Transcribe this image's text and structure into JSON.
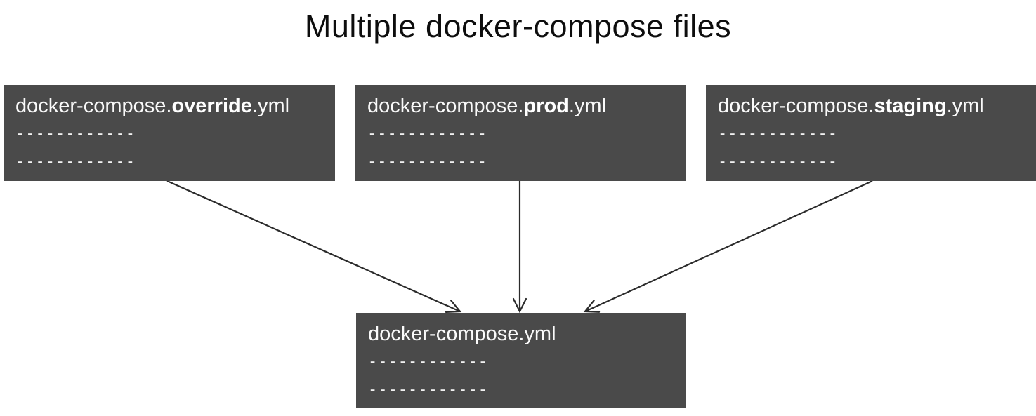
{
  "title": "Multiple docker-compose files",
  "colors": {
    "background": "#ffffff",
    "node_fill": "#4a4a4a",
    "node_text": "#ffffff",
    "dash_text": "#f2f2f2",
    "arrow": "#2b2b2b",
    "title_text": "#0d0d0d"
  },
  "boxes": [
    {
      "id": "override",
      "title_pre": "docker-compose.",
      "title_bold": "override",
      "title_post": ".yml",
      "placeholder_lines": [
        "------------",
        "------------"
      ]
    },
    {
      "id": "prod",
      "title_pre": "docker-compose.",
      "title_bold": "prod",
      "title_post": ".yml",
      "placeholder_lines": [
        "------------",
        "------------"
      ]
    },
    {
      "id": "staging",
      "title_pre": "docker-compose.",
      "title_bold": "staging",
      "title_post": ".yml",
      "placeholder_lines": [
        "------------",
        "------------"
      ]
    },
    {
      "id": "base",
      "title_pre": "docker-compose.yml",
      "title_bold": "",
      "title_post": "",
      "placeholder_lines": [
        "------------",
        "------------"
      ]
    }
  ],
  "arrows": [
    {
      "from": "docker-compose.override.yml",
      "to": "docker-compose.yml"
    },
    {
      "from": "docker-compose.prod.yml",
      "to": "docker-compose.yml"
    },
    {
      "from": "docker-compose.staging.yml",
      "to": "docker-compose.yml"
    }
  ]
}
